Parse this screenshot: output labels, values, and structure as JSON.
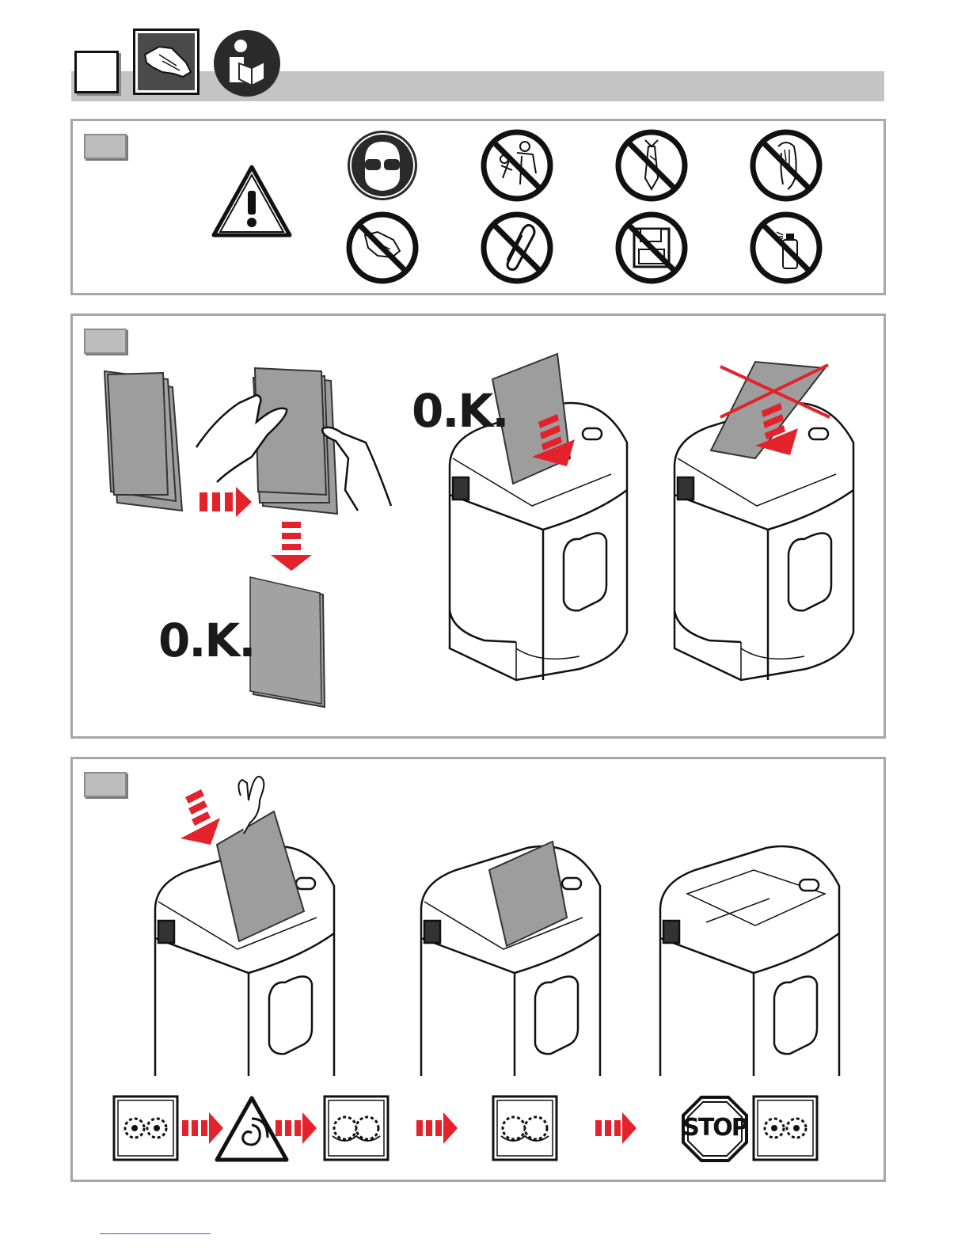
{
  "header": {
    "step_box": "",
    "icons": [
      "glove-icon",
      "read-manual-icon"
    ]
  },
  "section1": {
    "warning_icon": "warning-triangle-icon",
    "safety_icons": [
      "eye-protection-icon",
      "no-children-icon",
      "no-tie-icon",
      "no-long-hair-icon",
      "no-hand-icon",
      "no-paper-clip-icon",
      "no-floppy-disk-icon",
      "no-aerosol-icon"
    ]
  },
  "section2": {
    "ok_label_1": "0.K.",
    "ok_label_2": "0.K."
  },
  "section3": {
    "stop_label": "STOP"
  },
  "colors": {
    "accent_red": "#e3222b",
    "panel_gray": "#bdbdbd",
    "border_gray": "#a6a6a6",
    "paper_gray": "#9d9d9d"
  }
}
